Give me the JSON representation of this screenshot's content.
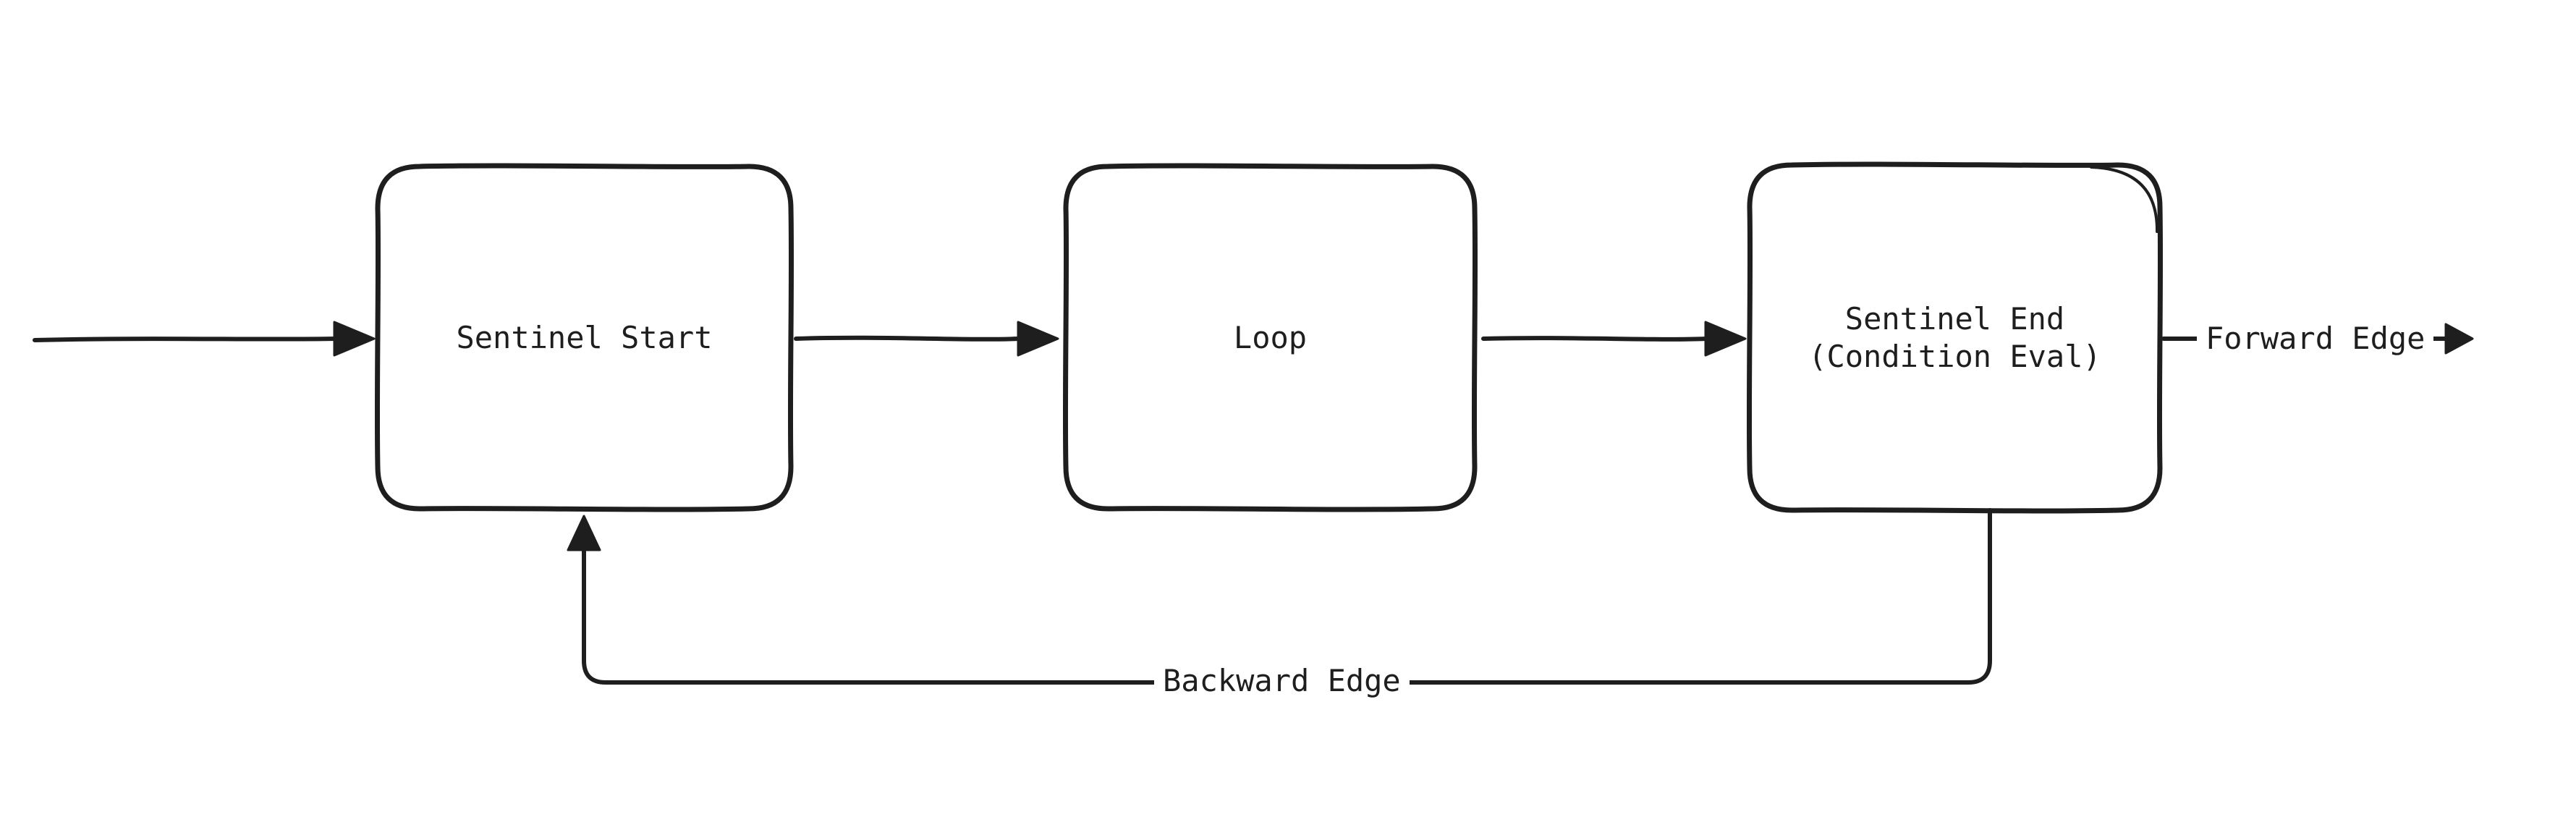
{
  "colors": {
    "background": "#ffffff",
    "stroke": "#1e1e1e",
    "text": "#1e1e1e"
  },
  "diagram": {
    "type": "flowchart",
    "nodes": [
      {
        "id": "sentinel-start",
        "label_lines": [
          "Sentinel Start"
        ]
      },
      {
        "id": "loop",
        "label_lines": [
          "Loop"
        ]
      },
      {
        "id": "sentinel-end",
        "label_lines": [
          "Sentinel End",
          "(Condition Eval)"
        ]
      }
    ],
    "edges": [
      {
        "id": "entry-arrow",
        "from": "(start)",
        "to": "sentinel-start",
        "label": ""
      },
      {
        "id": "start-to-loop",
        "from": "sentinel-start",
        "to": "loop",
        "label": ""
      },
      {
        "id": "loop-to-end",
        "from": "loop",
        "to": "sentinel-end",
        "label": ""
      },
      {
        "id": "forward-edge",
        "from": "sentinel-end",
        "to": "(exit)",
        "label": "Forward Edge"
      },
      {
        "id": "backward-edge",
        "from": "sentinel-end",
        "to": "sentinel-start",
        "label": "Backward Edge"
      }
    ]
  }
}
